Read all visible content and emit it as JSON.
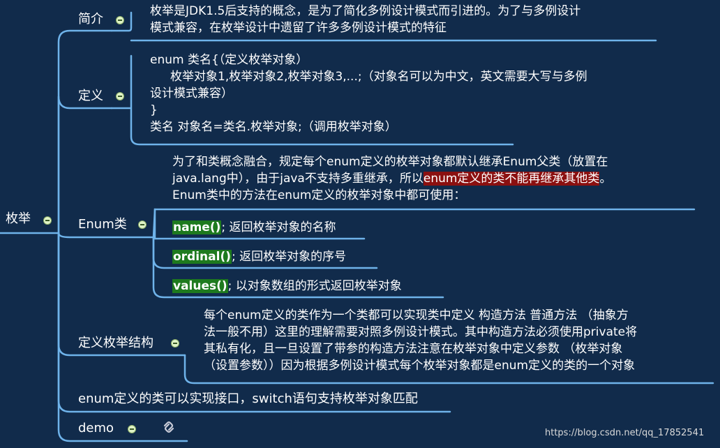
{
  "root": {
    "label": "枚举"
  },
  "branches": {
    "intro": {
      "label": "简介",
      "text": [
        "枚举是JDK1.5后支持的概念，是为了简化多例设计模式而引进的。为了与多例设计",
        "模式兼容，在枚举设计中遗留了许多多例设计模式的特征"
      ]
    },
    "define": {
      "label": "定义",
      "text": [
        "enum 类名{（定义枚举对象）",
        "枚举对象1,枚举对象2,枚举对象3,...;（对象名可以为中文，英文需要大写与多例",
        "设计模式兼容）",
        "}",
        "类名 对象名=类名.枚举对象;（调用枚举对象）"
      ]
    },
    "enum_class": {
      "label": "Enum类",
      "text_line1": "为了和类概念融合，规定每个enum定义的枚举对象都默认继承Enum父类（放置在",
      "text_line2_prefix": "java.lang中），由于java不支持多重继承，所以",
      "text_line2_highlight": "enum定义的类不能再继承其他类",
      "text_line2_suffix": "。",
      "text_line3": "Enum类中的方法在enum定义的枚举对象中都可使用：",
      "methods": [
        {
          "name": "name()",
          "desc": ";  返回枚举对象的名称"
        },
        {
          "name": "ordinal()",
          "desc": ";  返回枚举对象的序号"
        },
        {
          "name": "values()",
          "desc": ";  以对象数组的形式返回枚举对象"
        }
      ]
    },
    "structure": {
      "label": "定义枚举结构",
      "text": [
        "每个enum定义的类作为一个类都可以实现类中定义 构造方法 普通方法 （抽象方",
        "法一般不用）这里的理解需要对照多例设计模式。其中构造方法必须使用private将",
        "其私有化，且一旦设置了带参的构造方法注意在枚举对象中定义参数 （枚举对象",
        "（设置参数））因为根据多例设计模式每个枚举对象都是enum定义的类的一个对象"
      ]
    },
    "interface": {
      "label": "enum定义的类可以实现接口，switch语句支持枚举对象匹配"
    },
    "demo": {
      "label": "demo",
      "attachment_icon": "paperclip-icon"
    }
  },
  "watermark": "https://blog.csdn.net/qq_17852541",
  "colors": {
    "background": "#112b4b",
    "line": "#6fb3ea",
    "keyword_bg": "#1e7a1e",
    "highlight_bg": "#8b1010"
  }
}
